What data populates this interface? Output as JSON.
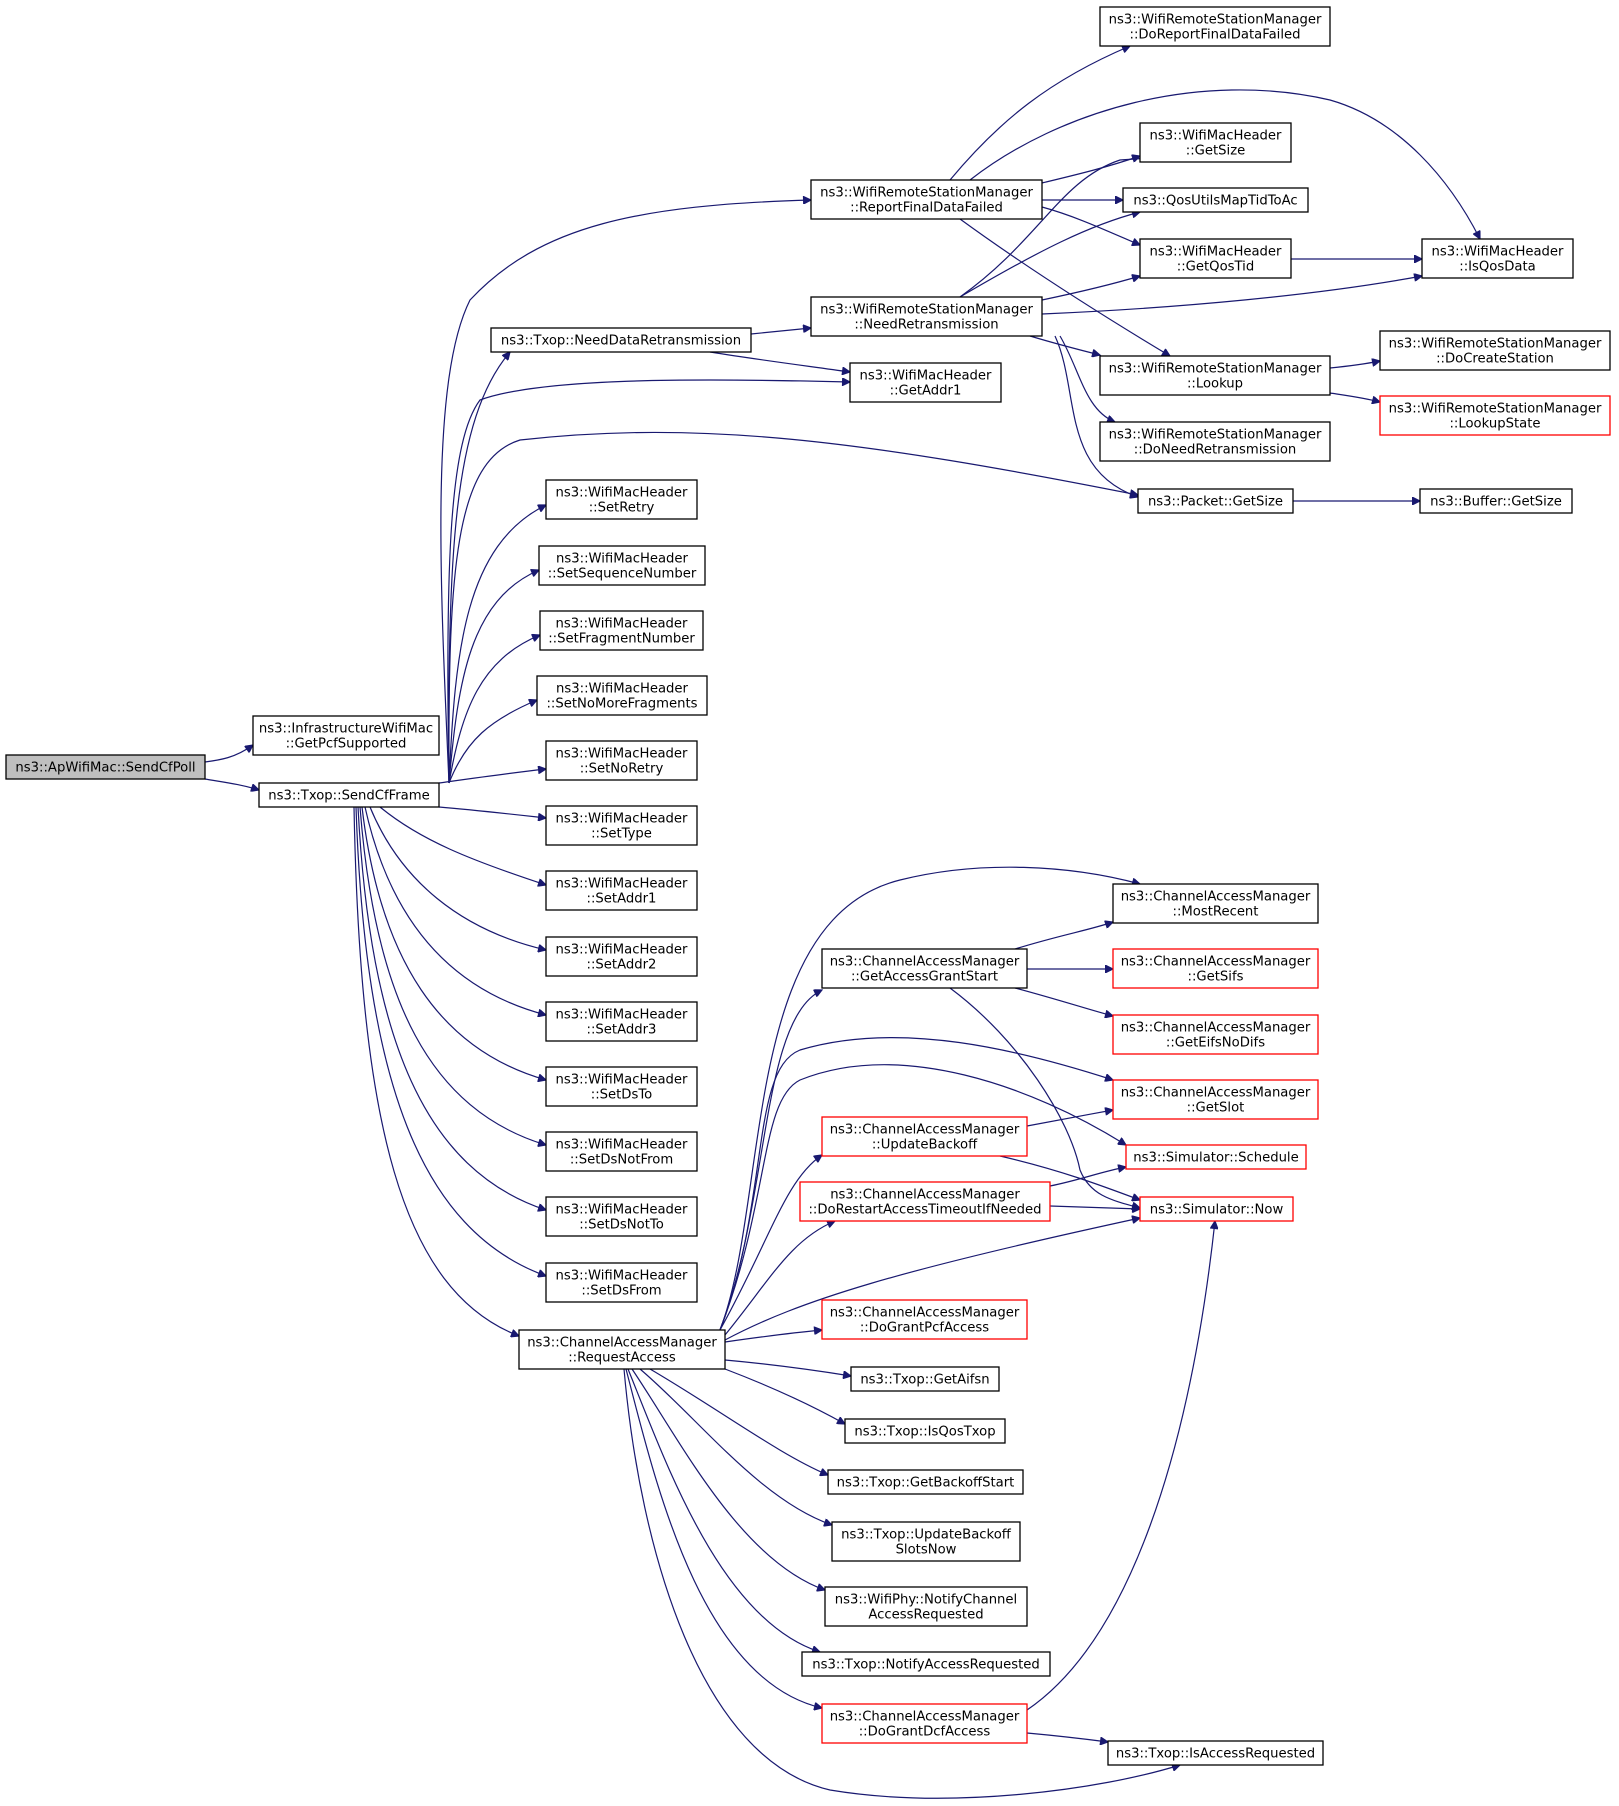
{
  "title": "",
  "colors": {
    "edge": "#191970",
    "box_border_normal": "#000000",
    "box_border_truncated": "#ff0000",
    "box_fill_root": "#bfbfbf",
    "box_fill": "#ffffff"
  },
  "nodes": [
    {
      "id": "n_root",
      "lines": [
        "ns3::ApWifiMac::SendCfPoll"
      ],
      "style": "root"
    },
    {
      "id": "n_getpcf",
      "lines": [
        "ns3::InfrastructureWifiMac",
        "::GetPcfSupported"
      ],
      "style": "normal"
    },
    {
      "id": "n_sendcf",
      "lines": [
        "ns3::Txop::SendCfFrame"
      ],
      "style": "normal"
    },
    {
      "id": "n_reportfinal",
      "lines": [
        "ns3::WifiRemoteStationManager",
        "::ReportFinalDataFailed"
      ],
      "style": "normal"
    },
    {
      "id": "n_doreport",
      "lines": [
        "ns3::WifiRemoteStationManager",
        "::DoReportFinalDataFailed"
      ],
      "style": "normal"
    },
    {
      "id": "n_hdrgetsize",
      "lines": [
        "ns3::WifiMacHeader",
        "::GetSize"
      ],
      "style": "normal"
    },
    {
      "id": "n_qosmap",
      "lines": [
        "ns3::QosUtilsMapTidToAc"
      ],
      "style": "normal"
    },
    {
      "id": "n_getqostid",
      "lines": [
        "ns3::WifiMacHeader",
        "::GetQosTid"
      ],
      "style": "normal"
    },
    {
      "id": "n_isqosdata",
      "lines": [
        "ns3::WifiMacHeader",
        "::IsQosData"
      ],
      "style": "normal"
    },
    {
      "id": "n_needdata",
      "lines": [
        "ns3::Txop::NeedDataRetransmission"
      ],
      "style": "normal"
    },
    {
      "id": "n_needretx",
      "lines": [
        "ns3::WifiRemoteStationManager",
        "::NeedRetransmission"
      ],
      "style": "normal"
    },
    {
      "id": "n_getaddr1",
      "lines": [
        "ns3::WifiMacHeader",
        "::GetAddr1"
      ],
      "style": "normal"
    },
    {
      "id": "n_lookup",
      "lines": [
        "ns3::WifiRemoteStationManager",
        "::Lookup"
      ],
      "style": "normal"
    },
    {
      "id": "n_docreate",
      "lines": [
        "ns3::WifiRemoteStationManager",
        "::DoCreateStation"
      ],
      "style": "normal"
    },
    {
      "id": "n_lookupstate",
      "lines": [
        "ns3::WifiRemoteStationManager",
        "::LookupState"
      ],
      "style": "truncated"
    },
    {
      "id": "n_doneedretx",
      "lines": [
        "ns3::WifiRemoteStationManager",
        "::DoNeedRetransmission"
      ],
      "style": "normal"
    },
    {
      "id": "n_pktsize",
      "lines": [
        "ns3::Packet::GetSize"
      ],
      "style": "normal"
    },
    {
      "id": "n_bufsize",
      "lines": [
        "ns3::Buffer::GetSize"
      ],
      "style": "normal"
    },
    {
      "id": "n_setretry",
      "lines": [
        "ns3::WifiMacHeader",
        "::SetRetry"
      ],
      "style": "normal"
    },
    {
      "id": "n_setseq",
      "lines": [
        "ns3::WifiMacHeader",
        "::SetSequenceNumber"
      ],
      "style": "normal"
    },
    {
      "id": "n_setfrag",
      "lines": [
        "ns3::WifiMacHeader",
        "::SetFragmentNumber"
      ],
      "style": "normal"
    },
    {
      "id": "n_setnomore",
      "lines": [
        "ns3::WifiMacHeader",
        "::SetNoMoreFragments"
      ],
      "style": "normal"
    },
    {
      "id": "n_setnoretry",
      "lines": [
        "ns3::WifiMacHeader",
        "::SetNoRetry"
      ],
      "style": "normal"
    },
    {
      "id": "n_settype",
      "lines": [
        "ns3::WifiMacHeader",
        "::SetType"
      ],
      "style": "normal"
    },
    {
      "id": "n_setaddr1",
      "lines": [
        "ns3::WifiMacHeader",
        "::SetAddr1"
      ],
      "style": "normal"
    },
    {
      "id": "n_setaddr2",
      "lines": [
        "ns3::WifiMacHeader",
        "::SetAddr2"
      ],
      "style": "normal"
    },
    {
      "id": "n_setaddr3",
      "lines": [
        "ns3::WifiMacHeader",
        "::SetAddr3"
      ],
      "style": "normal"
    },
    {
      "id": "n_setdsto",
      "lines": [
        "ns3::WifiMacHeader",
        "::SetDsTo"
      ],
      "style": "normal"
    },
    {
      "id": "n_setdsnotfrom",
      "lines": [
        "ns3::WifiMacHeader",
        "::SetDsNotFrom"
      ],
      "style": "normal"
    },
    {
      "id": "n_setdsnotto",
      "lines": [
        "ns3::WifiMacHeader",
        "::SetDsNotTo"
      ],
      "style": "normal"
    },
    {
      "id": "n_setdsfrom",
      "lines": [
        "ns3::WifiMacHeader",
        "::SetDsFrom"
      ],
      "style": "normal"
    },
    {
      "id": "n_reqaccess",
      "lines": [
        "ns3::ChannelAccessManager",
        "::RequestAccess"
      ],
      "style": "normal"
    },
    {
      "id": "n_mostrecent",
      "lines": [
        "ns3::ChannelAccessManager",
        "::MostRecent"
      ],
      "style": "normal"
    },
    {
      "id": "n_getaccessgrant",
      "lines": [
        "ns3::ChannelAccessManager",
        "::GetAccessGrantStart"
      ],
      "style": "normal"
    },
    {
      "id": "n_getsifs",
      "lines": [
        "ns3::ChannelAccessManager",
        "::GetSifs"
      ],
      "style": "truncated"
    },
    {
      "id": "n_geteifs",
      "lines": [
        "ns3::ChannelAccessManager",
        "::GetEifsNoDifs"
      ],
      "style": "truncated"
    },
    {
      "id": "n_getslot",
      "lines": [
        "ns3::ChannelAccessManager",
        "::GetSlot"
      ],
      "style": "truncated"
    },
    {
      "id": "n_updatebackoff",
      "lines": [
        "ns3::ChannelAccessManager",
        "::UpdateBackoff"
      ],
      "style": "truncated"
    },
    {
      "id": "n_schedule",
      "lines": [
        "ns3::Simulator::Schedule"
      ],
      "style": "truncated"
    },
    {
      "id": "n_dorestart",
      "lines": [
        "ns3::ChannelAccessManager",
        "::DoRestartAccessTimeoutIfNeeded"
      ],
      "style": "truncated"
    },
    {
      "id": "n_now",
      "lines": [
        "ns3::Simulator::Now"
      ],
      "style": "truncated"
    },
    {
      "id": "n_dograntpcf",
      "lines": [
        "ns3::ChannelAccessManager",
        "::DoGrantPcfAccess"
      ],
      "style": "truncated"
    },
    {
      "id": "n_getaifsn",
      "lines": [
        "ns3::Txop::GetAifsn"
      ],
      "style": "normal"
    },
    {
      "id": "n_isqostxop",
      "lines": [
        "ns3::Txop::IsQosTxop"
      ],
      "style": "normal"
    },
    {
      "id": "n_getbackoffstart",
      "lines": [
        "ns3::Txop::GetBackoffStart"
      ],
      "style": "normal"
    },
    {
      "id": "n_updatebackoffslots",
      "lines": [
        "ns3::Txop::UpdateBackoff",
        "SlotsNow"
      ],
      "style": "normal"
    },
    {
      "id": "n_notifychannel",
      "lines": [
        "ns3::WifiPhy::NotifyChannel",
        "AccessRequested"
      ],
      "style": "normal"
    },
    {
      "id": "n_notifyaccess",
      "lines": [
        "ns3::Txop::NotifyAccessRequested"
      ],
      "style": "normal"
    },
    {
      "id": "n_dograntdcf",
      "lines": [
        "ns3::ChannelAccessManager",
        "::DoGrantDcfAccess"
      ],
      "style": "truncated"
    },
    {
      "id": "n_isaccessreq",
      "lines": [
        "ns3::Txop::IsAccessRequested"
      ],
      "style": "normal"
    }
  ],
  "edges": [
    [
      "n_root",
      "n_getpcf"
    ],
    [
      "n_root",
      "n_sendcf"
    ],
    [
      "n_sendcf",
      "n_reportfinal"
    ],
    [
      "n_sendcf",
      "n_needdata"
    ],
    [
      "n_sendcf",
      "n_getaddr1"
    ],
    [
      "n_sendcf",
      "n_pktsize"
    ],
    [
      "n_sendcf",
      "n_setretry"
    ],
    [
      "n_sendcf",
      "n_setseq"
    ],
    [
      "n_sendcf",
      "n_setfrag"
    ],
    [
      "n_sendcf",
      "n_setnomore"
    ],
    [
      "n_sendcf",
      "n_setnoretry"
    ],
    [
      "n_sendcf",
      "n_settype"
    ],
    [
      "n_sendcf",
      "n_setaddr1"
    ],
    [
      "n_sendcf",
      "n_setaddr2"
    ],
    [
      "n_sendcf",
      "n_setaddr3"
    ],
    [
      "n_sendcf",
      "n_setdsto"
    ],
    [
      "n_sendcf",
      "n_setdsnotfrom"
    ],
    [
      "n_sendcf",
      "n_setdsnotto"
    ],
    [
      "n_sendcf",
      "n_setdsfrom"
    ],
    [
      "n_sendcf",
      "n_reqaccess"
    ],
    [
      "n_reportfinal",
      "n_doreport"
    ],
    [
      "n_reportfinal",
      "n_hdrgetsize"
    ],
    [
      "n_reportfinal",
      "n_qosmap"
    ],
    [
      "n_reportfinal",
      "n_getqostid"
    ],
    [
      "n_reportfinal",
      "n_isqosdata"
    ],
    [
      "n_reportfinal",
      "n_lookup"
    ],
    [
      "n_needdata",
      "n_needretx"
    ],
    [
      "n_needdata",
      "n_getaddr1"
    ],
    [
      "n_needretx",
      "n_hdrgetsize"
    ],
    [
      "n_needretx",
      "n_qosmap"
    ],
    [
      "n_needretx",
      "n_getqostid"
    ],
    [
      "n_needretx",
      "n_isqosdata"
    ],
    [
      "n_needretx",
      "n_lookup"
    ],
    [
      "n_needretx",
      "n_doneedretx"
    ],
    [
      "n_needretx",
      "n_pktsize"
    ],
    [
      "n_getqostid",
      "n_isqosdata"
    ],
    [
      "n_lookup",
      "n_docreate"
    ],
    [
      "n_lookup",
      "n_lookupstate"
    ],
    [
      "n_pktsize",
      "n_bufsize"
    ],
    [
      "n_reqaccess",
      "n_mostrecent"
    ],
    [
      "n_reqaccess",
      "n_getaccessgrant"
    ],
    [
      "n_reqaccess",
      "n_getslot"
    ],
    [
      "n_reqaccess",
      "n_schedule"
    ],
    [
      "n_reqaccess",
      "n_updatebackoff"
    ],
    [
      "n_reqaccess",
      "n_dorestart"
    ],
    [
      "n_reqaccess",
      "n_now"
    ],
    [
      "n_reqaccess",
      "n_dograntpcf"
    ],
    [
      "n_reqaccess",
      "n_getaifsn"
    ],
    [
      "n_reqaccess",
      "n_isqostxop"
    ],
    [
      "n_reqaccess",
      "n_getbackoffstart"
    ],
    [
      "n_reqaccess",
      "n_updatebackoffslots"
    ],
    [
      "n_reqaccess",
      "n_notifychannel"
    ],
    [
      "n_reqaccess",
      "n_notifyaccess"
    ],
    [
      "n_reqaccess",
      "n_dograntdcf"
    ],
    [
      "n_reqaccess",
      "n_isaccessreq"
    ],
    [
      "n_getaccessgrant",
      "n_mostrecent"
    ],
    [
      "n_getaccessgrant",
      "n_getsifs"
    ],
    [
      "n_getaccessgrant",
      "n_geteifs"
    ],
    [
      "n_getaccessgrant",
      "n_now"
    ],
    [
      "n_updatebackoff",
      "n_getslot"
    ],
    [
      "n_updatebackoff",
      "n_now"
    ],
    [
      "n_dorestart",
      "n_schedule"
    ],
    [
      "n_dorestart",
      "n_now"
    ],
    [
      "n_dograntdcf",
      "n_now"
    ],
    [
      "n_dograntdcf",
      "n_isaccessreq"
    ]
  ]
}
